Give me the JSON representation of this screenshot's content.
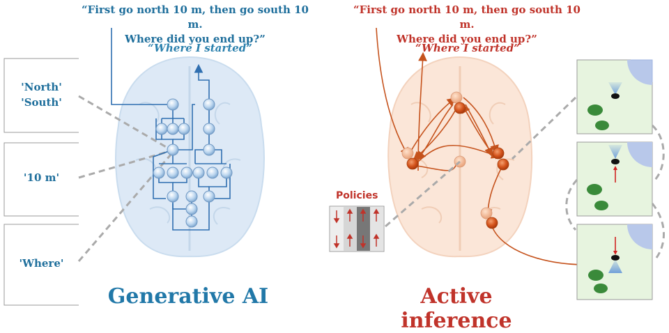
{
  "left": {
    "question_line1": "“First go north 10 m, then go south 10 m.",
    "question_line2": "Where did you end up?”",
    "answer": "“Where I started”",
    "title": "Generative AI",
    "labels": {
      "north": "'North'",
      "south": "'South'",
      "ten": "'10 m'",
      "where": "'Where'"
    }
  },
  "right": {
    "question_line1": "“First go north 10 m, then go south 10 m.",
    "question_line2": "Where did you end up?”",
    "answer": "“Where I started”",
    "title": "Active inference",
    "policies_label": "Policies"
  },
  "colors": {
    "blue": "#1f6f9c",
    "red": "#c0332a",
    "node_blue": "#b8d4ee",
    "node_orange": "#d4541c"
  }
}
